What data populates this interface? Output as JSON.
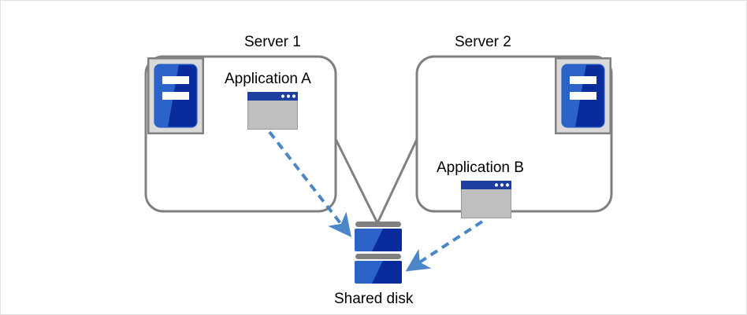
{
  "diagram": {
    "title": "Shared disk cluster diagram",
    "nodes": {
      "server_1": {
        "label": "Server 1",
        "icon": "server-icon",
        "app": {
          "label": "Application A",
          "icon": "application-window-icon"
        }
      },
      "server_2": {
        "label": "Server 2",
        "icon": "server-icon",
        "app": {
          "label": "Application B",
          "icon": "application-window-icon"
        }
      },
      "shared_disk": {
        "label": "Shared disk",
        "icon": "disk-stack-icon"
      }
    },
    "connections": [
      {
        "name": "server-1-to-disk-link",
        "style": "solid",
        "from": "server_1",
        "to": "shared_disk"
      },
      {
        "name": "server-2-to-disk-link",
        "style": "solid",
        "from": "server_2",
        "to": "shared_disk"
      },
      {
        "name": "application-a-to-disk-access",
        "style": "dashed-arrow",
        "from": "application_a",
        "to": "shared_disk"
      },
      {
        "name": "application-b-to-disk-access",
        "style": "dashed-arrow",
        "from": "application_b",
        "to": "shared_disk"
      }
    ]
  },
  "colors": {
    "outline_gray": "#808080",
    "icon_frame_gray": "#d9d9d9",
    "icon_frame_border": "#808080",
    "blue_light": "#2b63c8",
    "blue_dark": "#0a2b9b",
    "window_titlebar": "#1f3f9e",
    "window_body": "#bfbfbf",
    "disk_band_gray": "#808080",
    "arrow_blue": "#4a86c8",
    "text_black": "#000000",
    "page_border": "#e0e0e0",
    "background": "#ffffff"
  }
}
